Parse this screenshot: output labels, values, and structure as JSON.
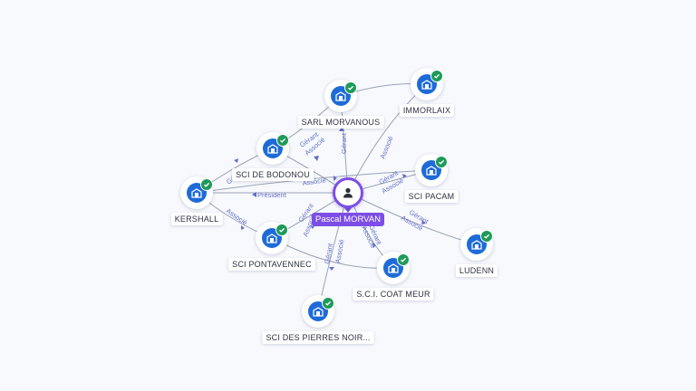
{
  "colors": {
    "background": "#f7f9fd",
    "company_node": "#1e6bd8",
    "verified_badge": "#1f9a5a",
    "person_accent": "#7c4ee6",
    "edge": "#9aa2b6",
    "edge_label": "#6670c8"
  },
  "center": {
    "name": "Pascal MORVAN",
    "icon": "person-icon"
  },
  "companies": [
    {
      "id": "sarl-morvanous",
      "name": "SARL MORVANOUS",
      "icon": "building-icon",
      "verified": true
    },
    {
      "id": "immorlaix",
      "name": "IMMORLAIX",
      "icon": "building-icon",
      "verified": true
    },
    {
      "id": "sci-de-bodonou",
      "name": "SCI DE BODONOU",
      "icon": "building-icon",
      "verified": true
    },
    {
      "id": "sci-pacam",
      "name": "SCI PACAM",
      "icon": "building-icon",
      "verified": true
    },
    {
      "id": "kershall",
      "name": "KERSHALL",
      "icon": "building-icon",
      "verified": true
    },
    {
      "id": "ludenn",
      "name": "LUDENN",
      "icon": "building-icon",
      "verified": true
    },
    {
      "id": "sci-pontavennec",
      "name": "SCI PONTAVENNEC",
      "icon": "building-icon",
      "verified": true
    },
    {
      "id": "sci-coat-meur",
      "name": "S.C.I. COAT MEUR",
      "icon": "building-icon",
      "verified": true
    },
    {
      "id": "sci-des-pierres-noires",
      "name": "SCI DES PIERRES NOIR...",
      "icon": "building-icon",
      "verified": true
    }
  ],
  "edge_labels": {
    "gerant": "Gérant",
    "associe": "Associé",
    "president": "Président"
  }
}
